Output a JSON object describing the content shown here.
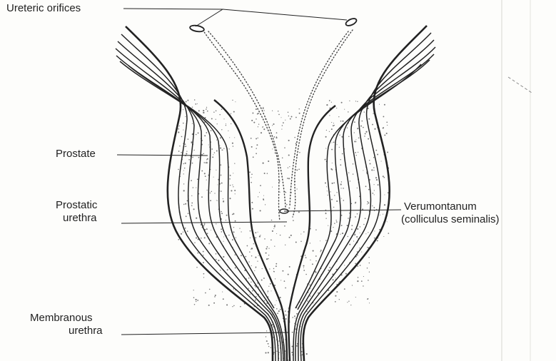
{
  "labels": {
    "ureteric_orifices": "Ureteric orifices",
    "prostate": "Prostate",
    "prostatic_urethra_1": "Prostatic",
    "prostatic_urethra_2": "urethra",
    "membranous_urethra_1": "Membranous",
    "membranous_urethra_2": "urethra",
    "verumontanum_1": "Verumontanum",
    "verumontanum_2": "(colliculus seminalis)"
  },
  "colors": {
    "ink": "#222222",
    "stipple": "#777777",
    "background": "#fdfdfb"
  }
}
